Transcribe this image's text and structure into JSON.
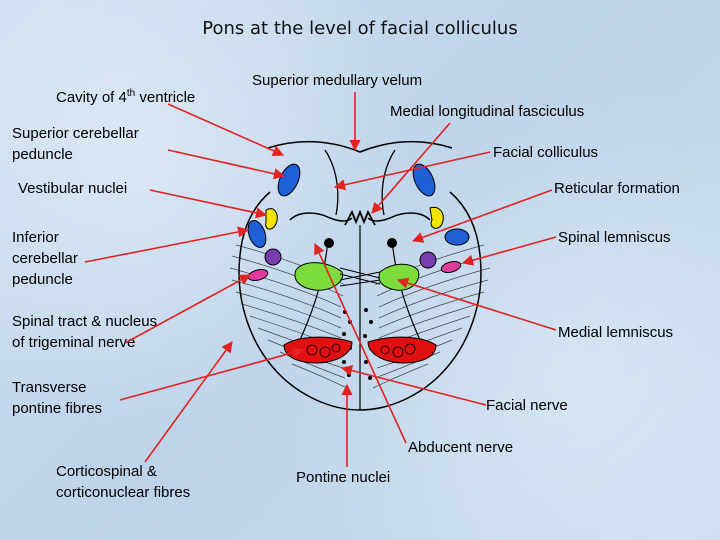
{
  "title": "Pons at the level of facial colliculus",
  "labels": {
    "cavity_4th_ventricle": {
      "pre": "Cavity of 4",
      "sup": "th",
      "post": " ventricle"
    },
    "superior_medullary_velum": "Superior medullary velum",
    "medial_longitudinal_fasciculus": "Medial longitudinal fasciculus",
    "superior_cerebellar_peduncle_1": "Superior cerebellar",
    "superior_cerebellar_peduncle_2": "peduncle",
    "facial_colliculus": "Facial colliculus",
    "vestibular_nuclei": "Vestibular nuclei",
    "reticular_formation": "Reticular formation",
    "inferior_cerebellar_peduncle_1": "Inferior",
    "inferior_cerebellar_peduncle_2": "cerebellar",
    "inferior_cerebellar_peduncle_3": "peduncle",
    "spinal_lemniscus": "Spinal lemniscus",
    "spinal_tract_trigeminal_1": "Spinal tract & nucleus",
    "spinal_tract_trigeminal_2": "of trigeminal nerve",
    "medial_lemniscus": "Medial lemniscus",
    "transverse_pontine_fibres_1": "Transverse",
    "transverse_pontine_fibres_2": "pontine fibres",
    "facial_nerve": "Facial nerve",
    "abducent_nerve": "Abducent nerve",
    "corticospinal_1": "Corticospinal &",
    "corticospinal_2": "corticonuclear fibres",
    "pontine_nuclei": "Pontine nuclei"
  },
  "colors": {
    "arrow": "#e32222",
    "peduncle_blue": "#1f5fd6",
    "nucleus_yellow": "#f2e600",
    "purple": "#7a3db0",
    "pink": "#e3399a",
    "green": "#7bdc3c",
    "red": "#e01010",
    "outline": "#000000"
  }
}
